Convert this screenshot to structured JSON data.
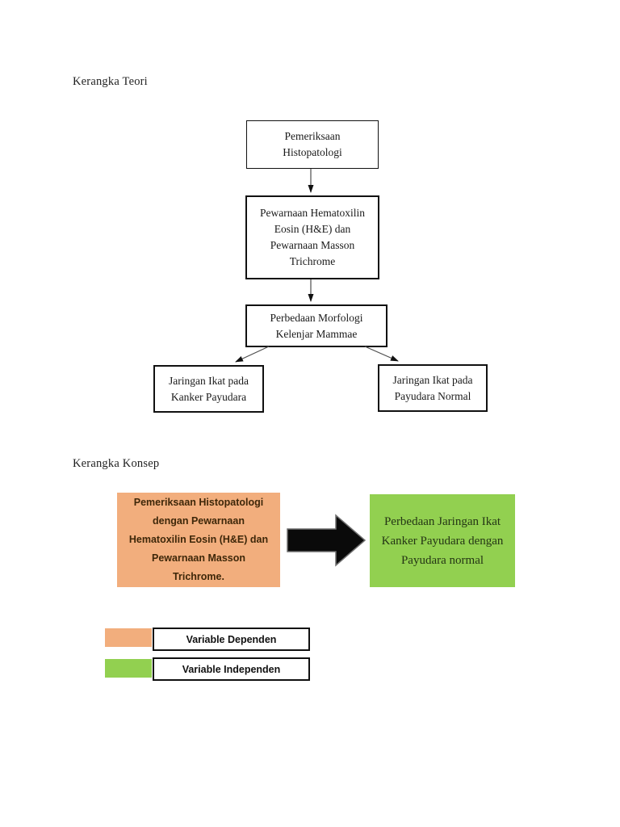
{
  "theory": {
    "heading": "Kerangka Teori",
    "nodes": {
      "histopathology": "Pemeriksaan\nHistopatologi",
      "staining": "Pewarnaan Hematoxilin\nEosin (H&E) dan\nPewarnaan Masson\nTrichrome",
      "morphology": "Perbedaan Morfologi\nKelenjar Mammae",
      "cancer_tissue": "Jaringan Ikat pada\nKanker Payudara",
      "normal_tissue": "Jaringan Ikat pada\nPayudara Normal"
    }
  },
  "concept": {
    "heading": "Kerangka Konsep",
    "dependent_box": "Pemeriksaan Histopatologi\ndengan Pewarnaan\nHematoxilin Eosin (H&E) dan\nPewarnaan Masson\nTrichrome.",
    "independent_box": "Perbedaan Jaringan Ikat\nKanker Payudara dengan\nPayudara normal",
    "legend": [
      {
        "label": "Variable Dependen",
        "color": "#F2AE7D"
      },
      {
        "label": "Variable Independen",
        "color": "#92D050"
      }
    ]
  },
  "colors": {
    "dependent_fill": "#F2AE7D",
    "independent_fill": "#92D050",
    "arrow_black": "#0a0a0a",
    "flow_line": "#4d4d4d"
  }
}
